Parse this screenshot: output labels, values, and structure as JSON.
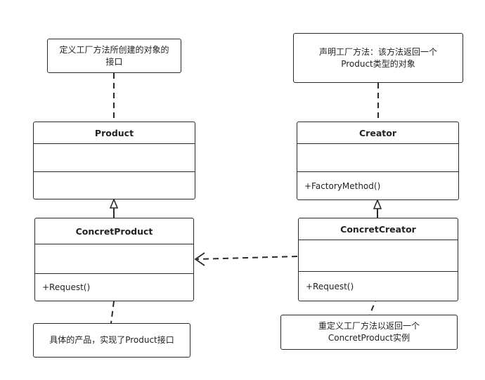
{
  "notes": {
    "product_note": [
      "定义工厂方法所创建的对象的",
      "接口"
    ],
    "creator_note": [
      "声明工厂方法：该方法返回一个",
      "Product类型的对象"
    ],
    "concrete_product_note": [
      "具体的产品，实现了Product接口"
    ],
    "concrete_creator_note": [
      "重定义工厂方法以返回一个",
      "ConcretProduct实例"
    ]
  },
  "classes": {
    "product": {
      "name": "Product",
      "attributes": "",
      "operations": ""
    },
    "concret_product": {
      "name": "ConcretProduct",
      "attributes": "",
      "operations": "+Request()"
    },
    "creator": {
      "name": "Creator",
      "attributes": "",
      "operations": "+FactoryMethod()"
    },
    "concret_creator": {
      "name": "ConcretCreator",
      "attributes": "",
      "operations": "+Request()"
    }
  }
}
